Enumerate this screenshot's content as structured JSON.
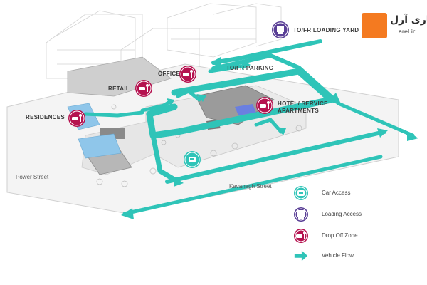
{
  "labels": {
    "loading_yard": "TO/FR LOADING YARD",
    "office": "OFFICE",
    "parking": "TO/FR PARKING",
    "retail": "RETAIL",
    "residences": "RESIDENCES",
    "hotel_line1": "HOTEL/ SERVICE",
    "hotel_line2": "APARTMENTS"
  },
  "streets": {
    "power": "Power Street",
    "kavanagh": "Kavanagh Street"
  },
  "legend": [
    {
      "label": "Car Access",
      "icon": "car-access-icon",
      "color": "#2fc4b8"
    },
    {
      "label": "Loading Access",
      "icon": "truck-icon",
      "color": "#5a3f96"
    },
    {
      "label": "Drop Off Zone",
      "icon": "drop-off-icon",
      "color": "#b5124f"
    },
    {
      "label": "Vehicle Flow",
      "icon": "arrow-right-icon",
      "color": "#2fc4b8"
    }
  ],
  "watermark": {
    "fa": "معماری آرل",
    "url": "arel.ir"
  },
  "colors": {
    "flow": "#2fc4b8",
    "loading": "#5a3f96",
    "dropoff": "#b5124f"
  }
}
